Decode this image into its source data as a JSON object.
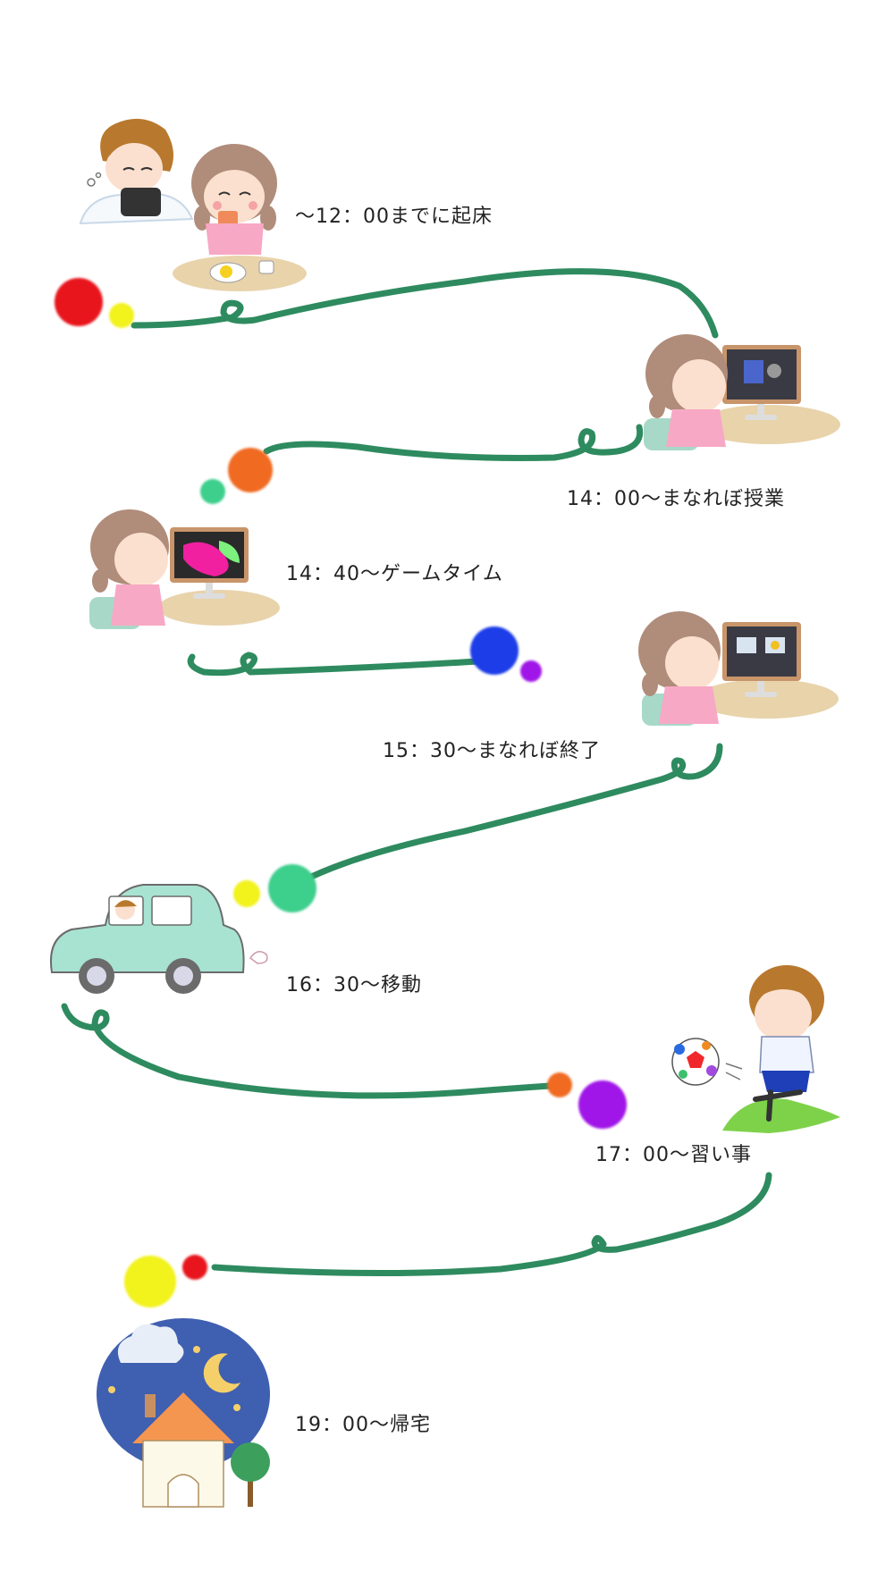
{
  "schedule": [
    {
      "time_label": "～12：00までに起床",
      "scene": "wake-up-breakfast"
    },
    {
      "time_label": "14：00～まなれぼ授業",
      "scene": "online-class"
    },
    {
      "time_label": "14：40～ゲームタイム",
      "scene": "game-time"
    },
    {
      "time_label": "15：30～まなれぼ終了",
      "scene": "class-end"
    },
    {
      "time_label": "16：30～移動",
      "scene": "car-travel"
    },
    {
      "time_label": "17：00～習い事",
      "scene": "soccer-lesson"
    },
    {
      "time_label": "19：00～帰宅",
      "scene": "home-night"
    }
  ],
  "colors": {
    "vine": "#2e8b5f",
    "red": "#e8121c",
    "yellow": "#f2f21a",
    "orange": "#f06a22",
    "mint": "#3ccf8c",
    "blue": "#1a3ee8",
    "purple": "#a012e8",
    "skin": "#fbe0cf",
    "hair_girl": "#b08c7a",
    "hair_boy": "#b8792e",
    "desk": "#e8d3ab",
    "car": "#a8e3d2",
    "night": "#3f5fb0"
  }
}
